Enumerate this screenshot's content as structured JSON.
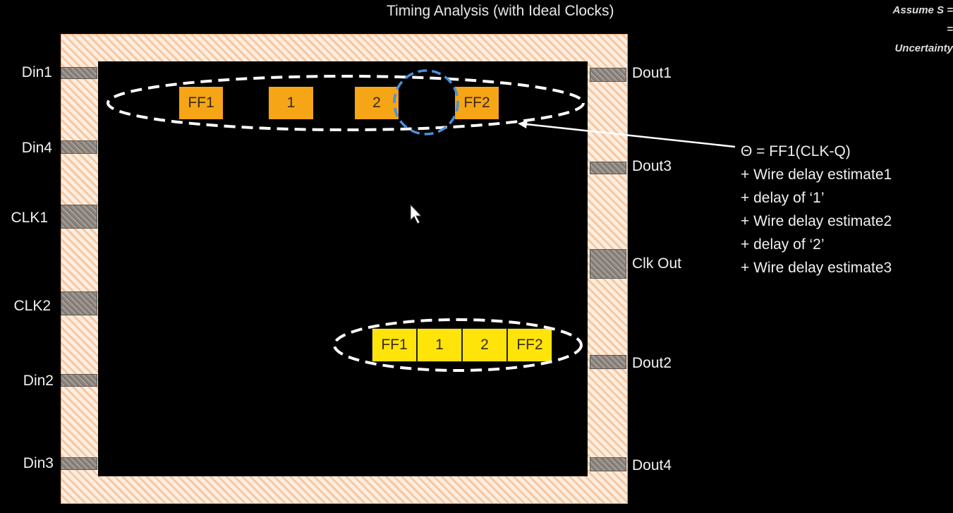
{
  "title": "Timing Analysis (with Ideal Clocks)",
  "corner": {
    "line1": "Assume S =",
    "line2": "=",
    "line3": "Uncertainty"
  },
  "pads": {
    "left": [
      "Din1",
      "Din4",
      "CLK1",
      "CLK2",
      "Din2",
      "Din3"
    ],
    "right": [
      "Dout1",
      "Dout3",
      "Clk Out",
      "Dout2",
      "Dout4"
    ]
  },
  "top_path": [
    "FF1",
    "1",
    "2",
    "FF2"
  ],
  "bottom_path": [
    "FF1",
    "1",
    "2",
    "FF2"
  ],
  "equation": [
    "Θ = FF1(CLK-Q)",
    "+ Wire delay estimate1",
    "+ delay of ‘1’",
    "+ Wire delay estimate2",
    "+ delay of ‘2’",
    "+ Wire delay estimate3"
  ],
  "colors": {
    "ff_orange": "#f5a515",
    "ff_yellow": "#ffe40a",
    "ellipse": "#ffffff",
    "highlight_circle": "#4a90d9",
    "chip_border": "#f7c7a0"
  }
}
